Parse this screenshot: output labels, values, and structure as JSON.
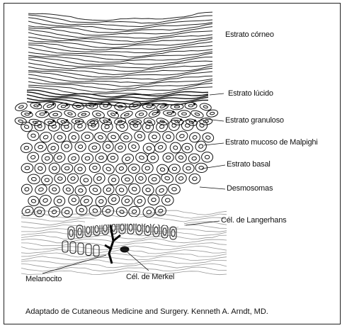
{
  "labels": {
    "estrato_corneo": "Estrato córneo",
    "estrato_lucido": "Estrato lúcido",
    "estrato_granuloso": "Estrato granuloso",
    "estrato_mucoso": "Estrato mucoso de Malpighi",
    "estrato_basal": "Estrato basal",
    "desmosomas": "Desmosomas",
    "langerhans": "Cél. de Langerhans",
    "melanocito": "Melanocito",
    "merkel": "Cél. de Merkel"
  },
  "credit": "Adaptado de Cutaneous Medicine and Surgery. Kenneth A. Arndt, MD."
}
